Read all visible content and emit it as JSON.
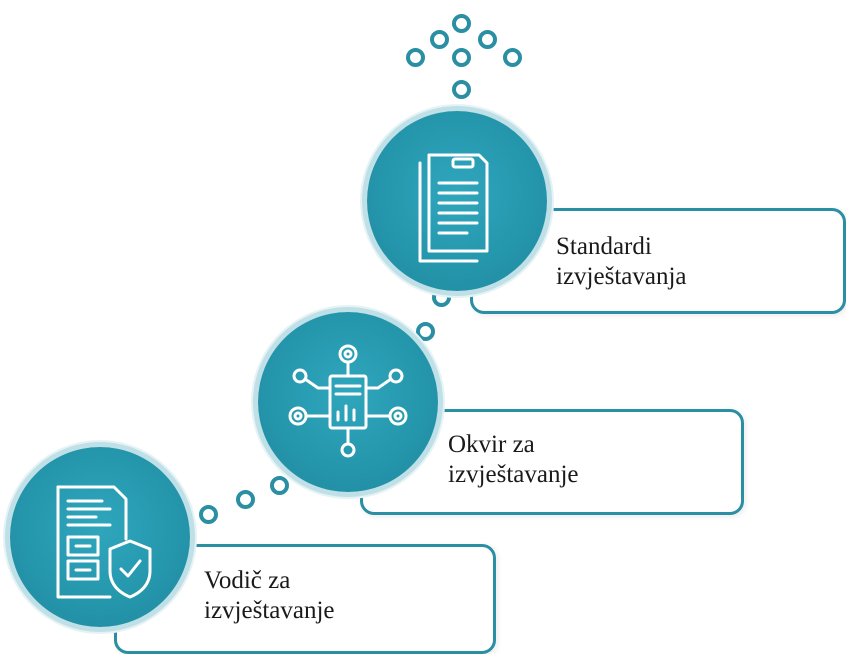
{
  "steps": [
    {
      "id": "vodic",
      "label_line1": "Vodič za",
      "label_line2": "izvještavanje",
      "icon": "document-shield-icon"
    },
    {
      "id": "okvir",
      "label_line1": "Okvir za",
      "label_line2": "izvještavanje",
      "icon": "network-report-icon"
    },
    {
      "id": "standardi",
      "label_line1": "Standardi",
      "label_line2": "izvještavanja",
      "icon": "documents-icon"
    }
  ],
  "colors": {
    "accent": "#2a8fa3",
    "circle_fill": "#2597ad",
    "icon_stroke": "#ffffff",
    "text": "#1a1a1a"
  }
}
